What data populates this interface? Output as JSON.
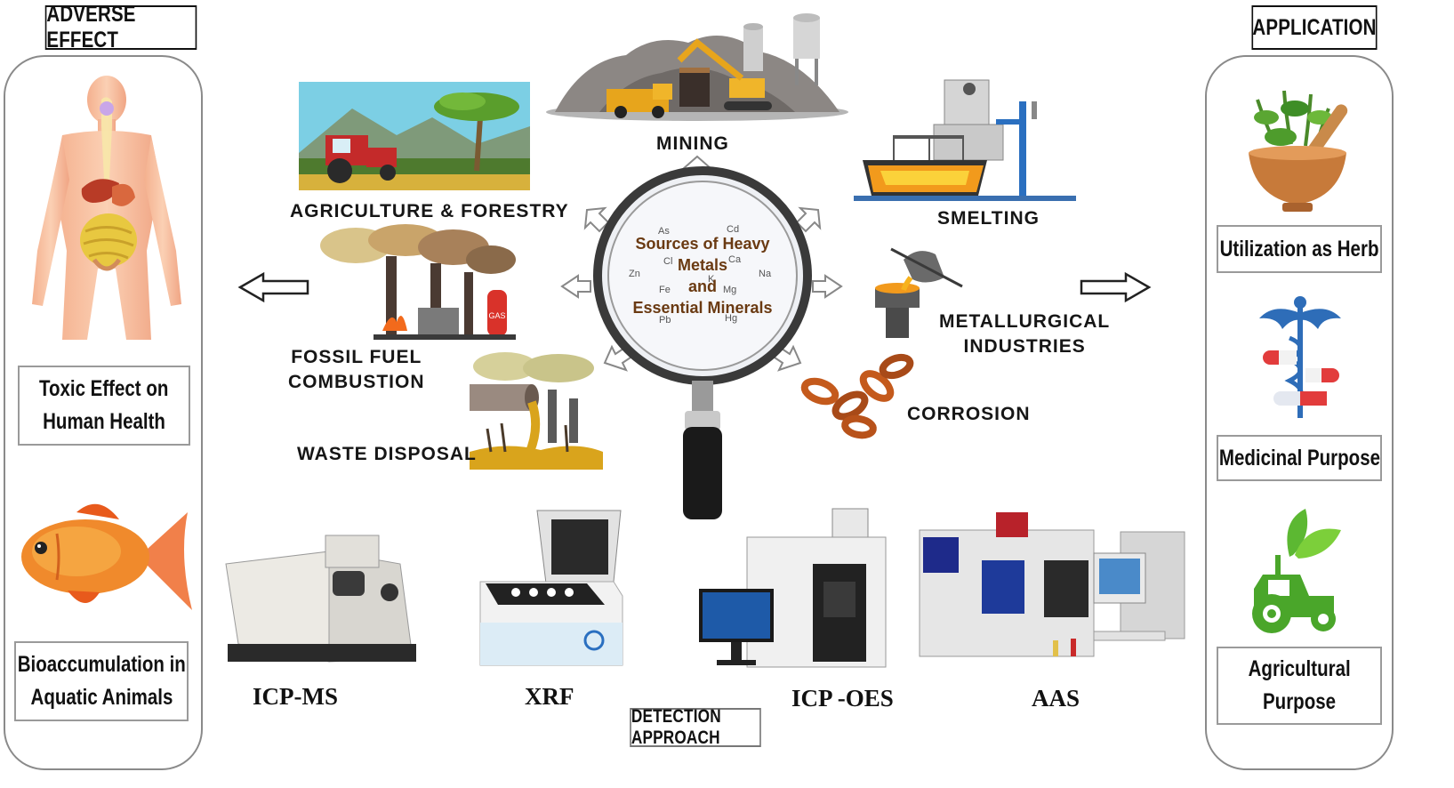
{
  "headers": {
    "adverse": "ADVERSE EFFECT",
    "application": "APPLICATION",
    "detection": "DETECTION APPROACH"
  },
  "left_panel": {
    "box1": [
      "Toxic Effect on",
      "Human Health"
    ],
    "box2": [
      "Bioaccumulation in",
      "Aquatic Animals"
    ]
  },
  "right_panel": {
    "box1": "Utilization as Herb",
    "box2": "Medicinal Purpose",
    "box3": [
      "Agricultural",
      "Purpose"
    ]
  },
  "center": {
    "lines": [
      "Sources of Heavy",
      "Metals",
      "and",
      "Essential Minerals"
    ],
    "elements": [
      "As",
      "Cd",
      "Cl",
      "Ca",
      "Zn",
      "K",
      "Na",
      "Fe",
      "Mg",
      "Pb",
      "Hg"
    ]
  },
  "sources": {
    "mining": "MINING",
    "agriculture": "AGRICULTURE & FORESTRY",
    "smelting": "SMELTING",
    "fossil": [
      "FOSSIL FUEL",
      "COMBUSTION"
    ],
    "metallurgical": [
      "METALLURGICAL",
      "INDUSTRIES"
    ],
    "waste": "WASTE DISPOSAL",
    "corrosion": "CORROSION",
    "gas_label": "GAS"
  },
  "instruments": {
    "icpms": "ICP-MS",
    "xrf": "XRF",
    "icpoes": "ICP -OES",
    "aas": "AAS"
  },
  "colors": {
    "panel_border": "#8a8a8a",
    "arrow_fill": "#ffffff",
    "lens_frame": "#3a3a3a",
    "handle": "#1a1a1a"
  }
}
